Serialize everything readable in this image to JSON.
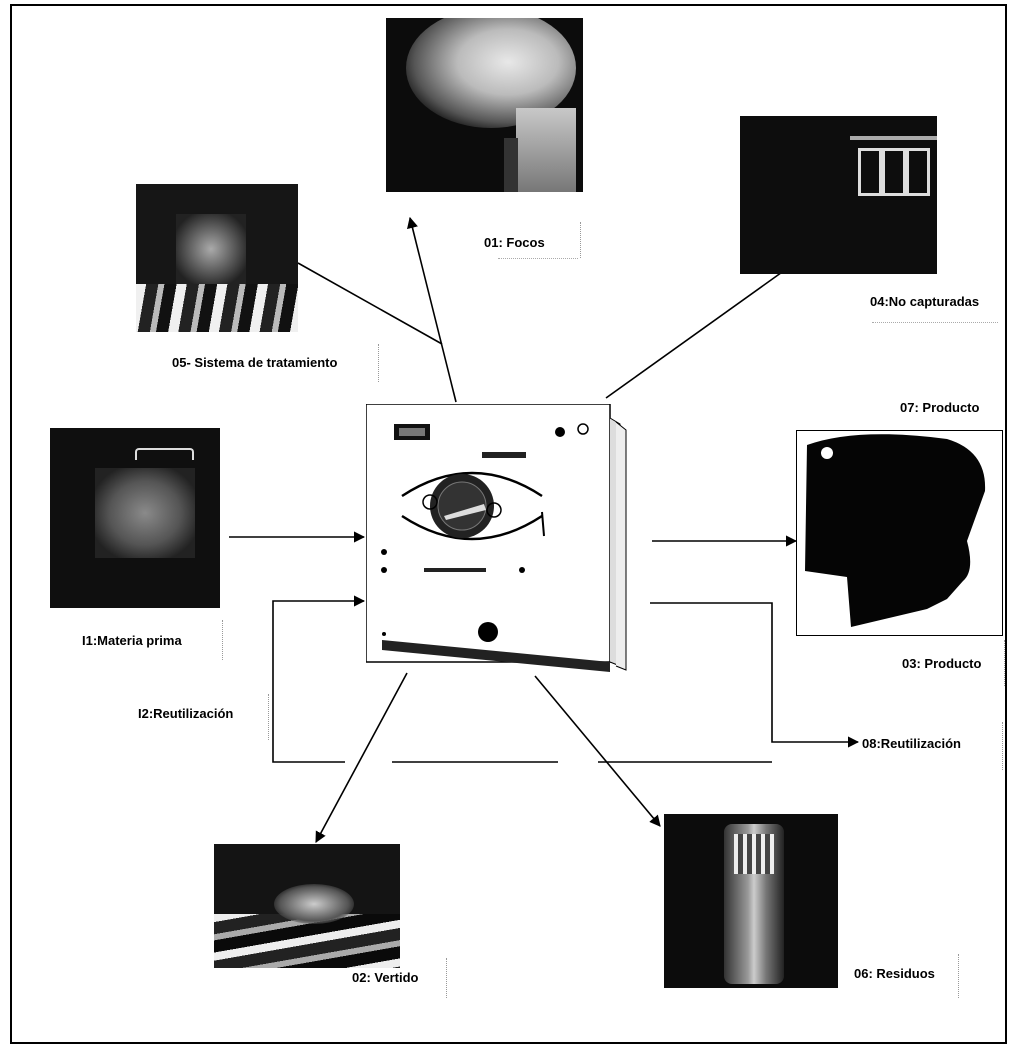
{
  "labels": {
    "focos": "01: Focos",
    "no_capturadas": "04:No capturadas",
    "sistema": "05- Sistema de tratamiento",
    "producto_07": "07: Producto",
    "materia_prima": "I1:Materia prima",
    "producto_03": "03: Producto",
    "reutilizacion_i2": "I2:Reutilización",
    "reutilizacion_08": "08:Reutilización",
    "vertido": "02: Vertido",
    "residuos": "06: Residuos"
  },
  "icons": {
    "machine": "dry-cleaning-machine-icon",
    "smoke": "smoke-emissions-photo",
    "windows": "factory-windows-photo",
    "treatment": "treatment-system-photo",
    "bag": "raw-material-bag-photo",
    "garment": "garment-product-photo",
    "spill": "spill-photo",
    "waste": "waste-container-photo"
  },
  "colors": {
    "line": "#000000",
    "photo_dark": "#111111"
  }
}
